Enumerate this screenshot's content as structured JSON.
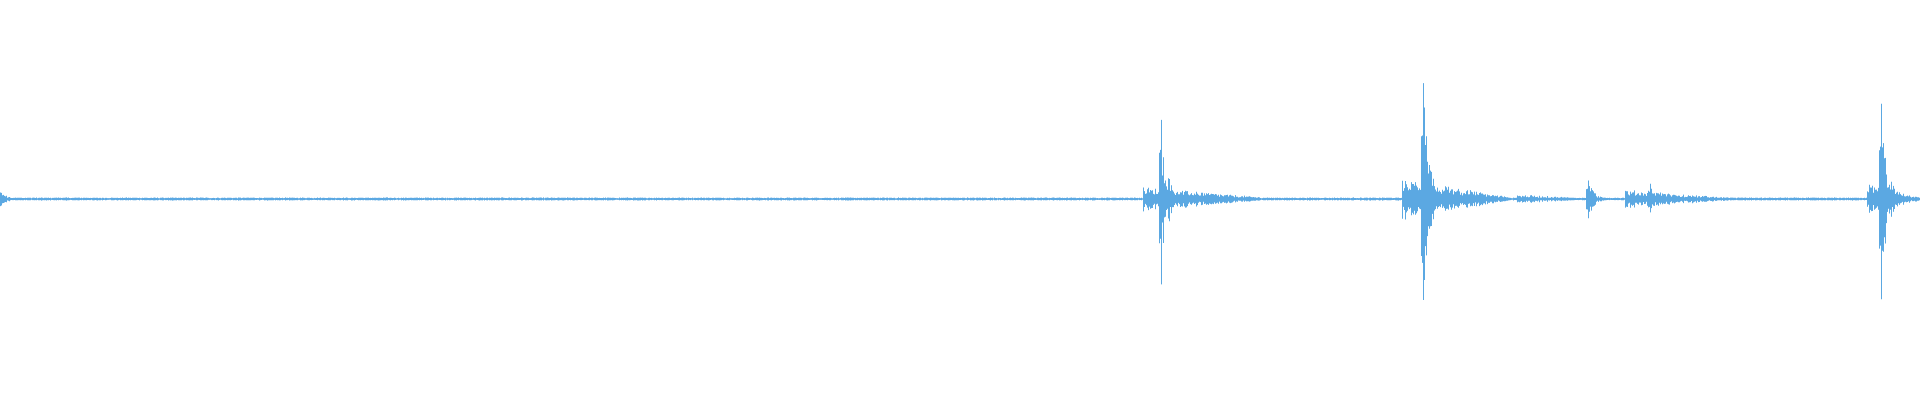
{
  "waveform": {
    "color": "#5BA8E2",
    "baseline_color": "#5BA8E2",
    "peaks": [
      {
        "t": 0.0,
        "amp": 0.05
      },
      {
        "t": 0.6045,
        "amp": 0.62
      },
      {
        "t": 0.7408,
        "amp": 0.88
      },
      {
        "t": 0.827,
        "amp": 0.14
      },
      {
        "t": 0.859,
        "amp": 0.11
      },
      {
        "t": 0.9795,
        "amp": 0.68
      }
    ],
    "regions": [
      {
        "start": 0.0,
        "end": 0.007,
        "level": 0.04
      },
      {
        "start": 0.595,
        "end": 0.66,
        "level": 0.08
      },
      {
        "start": 0.73,
        "end": 0.785,
        "level": 0.14
      },
      {
        "start": 0.79,
        "end": 0.83,
        "level": 0.03
      },
      {
        "start": 0.846,
        "end": 0.905,
        "level": 0.06
      },
      {
        "start": 0.972,
        "end": 1.0,
        "level": 0.1
      }
    ]
  }
}
